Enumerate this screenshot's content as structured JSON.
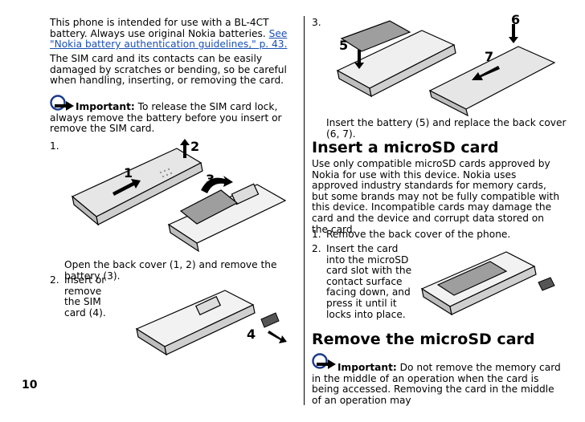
{
  "left": {
    "para1_text": "This phone is intended for use with a BL-4CT battery. Always use original Nokia batteries.",
    "para1_link": "See \"Nokia battery authentication guidelines,\" p. 43.",
    "para2": "The SIM card and its contacts can be easily damaged by scratches or bending, so be careful when handling, inserting, or removing the card.",
    "important_label": "Important:",
    "important_text": "To release the SIM card lock, always remove the battery before you insert or remove the SIM card.",
    "step1_num": "1.",
    "step1_caption": "Open the back cover (1, 2) and remove the battery (3).",
    "step2_num": "2.",
    "step2_text": "Insert or remove the SIM card (4).",
    "fig1_labels": [
      "1",
      "2",
      "3"
    ],
    "fig2_label": "4"
  },
  "right": {
    "step3_num": "3.",
    "fig3_labels": [
      "5",
      "6",
      "7"
    ],
    "step3_caption": "Insert the battery (5) and replace the back cover (6, 7).",
    "heading_insert": "Insert a microSD card",
    "insert_para": "Use only compatible microSD cards approved by Nokia for use with this device. Nokia uses approved industry standards for memory cards, but some brands may not be fully compatible with this device. Incompatible cards may damage the card and the device and corrupt data stored on the card.",
    "insert_step1_num": "1.",
    "insert_step1": "Remove the back cover of the phone.",
    "insert_step2_num": "2.",
    "insert_step2": "Insert the card into the microSD card slot with the contact surface facing down, and press it until it locks into place.",
    "heading_remove": "Remove the microSD card",
    "important_label": "Important:",
    "important_text": "Do not remove the memory card in the middle of an operation when the card is being accessed. Removing the card in the middle of an operation may"
  },
  "page_number": "10",
  "icons": {
    "important": "important-arrow-icon"
  }
}
